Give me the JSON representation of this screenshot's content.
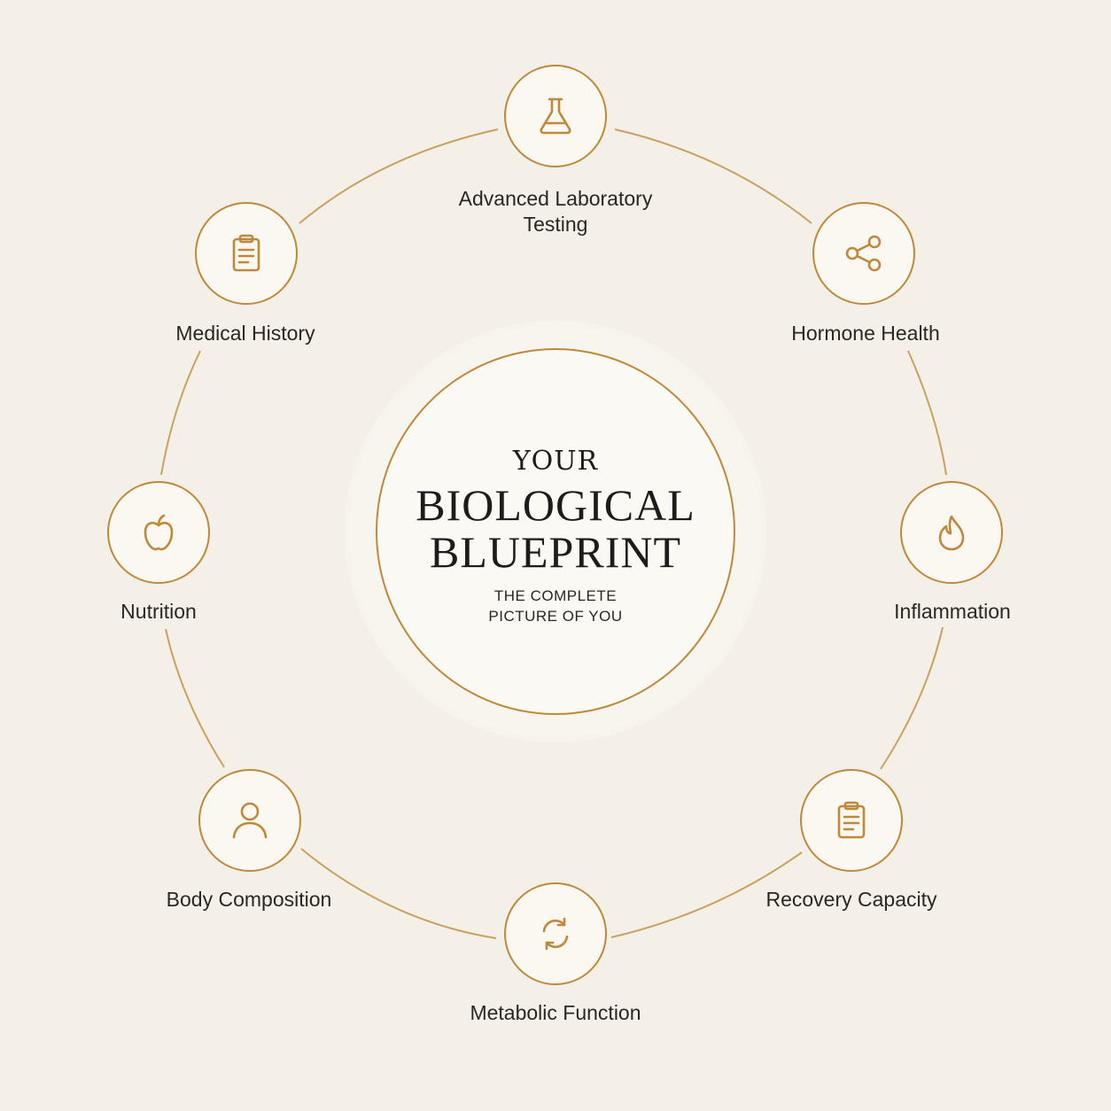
{
  "colors": {
    "background": "#f5f0e7",
    "accent": "#c0883a",
    "text": "#2a2622"
  },
  "center": {
    "line1": "YOUR",
    "line2": "BIOLOGICAL",
    "line3": "BLUEPRINT",
    "subtitle_line1": "THE COMPLETE",
    "subtitle_line2": "PICTURE OF YOU"
  },
  "nodes": [
    {
      "label": "Advanced Laboratory\nTesting",
      "icon": "flask-icon"
    },
    {
      "label": "Hormone Health",
      "icon": "share-nodes-icon"
    },
    {
      "label": "Inflammation",
      "icon": "flame-icon"
    },
    {
      "label": "Recovery Capacity",
      "icon": "clipboard-icon"
    },
    {
      "label": "Metabolic Function",
      "icon": "refresh-arrows-icon"
    },
    {
      "label": "Body Composition",
      "icon": "person-icon"
    },
    {
      "label": "Nutrition",
      "icon": "apple-icon"
    },
    {
      "label": "Medical History",
      "icon": "clipboard-icon"
    }
  ]
}
